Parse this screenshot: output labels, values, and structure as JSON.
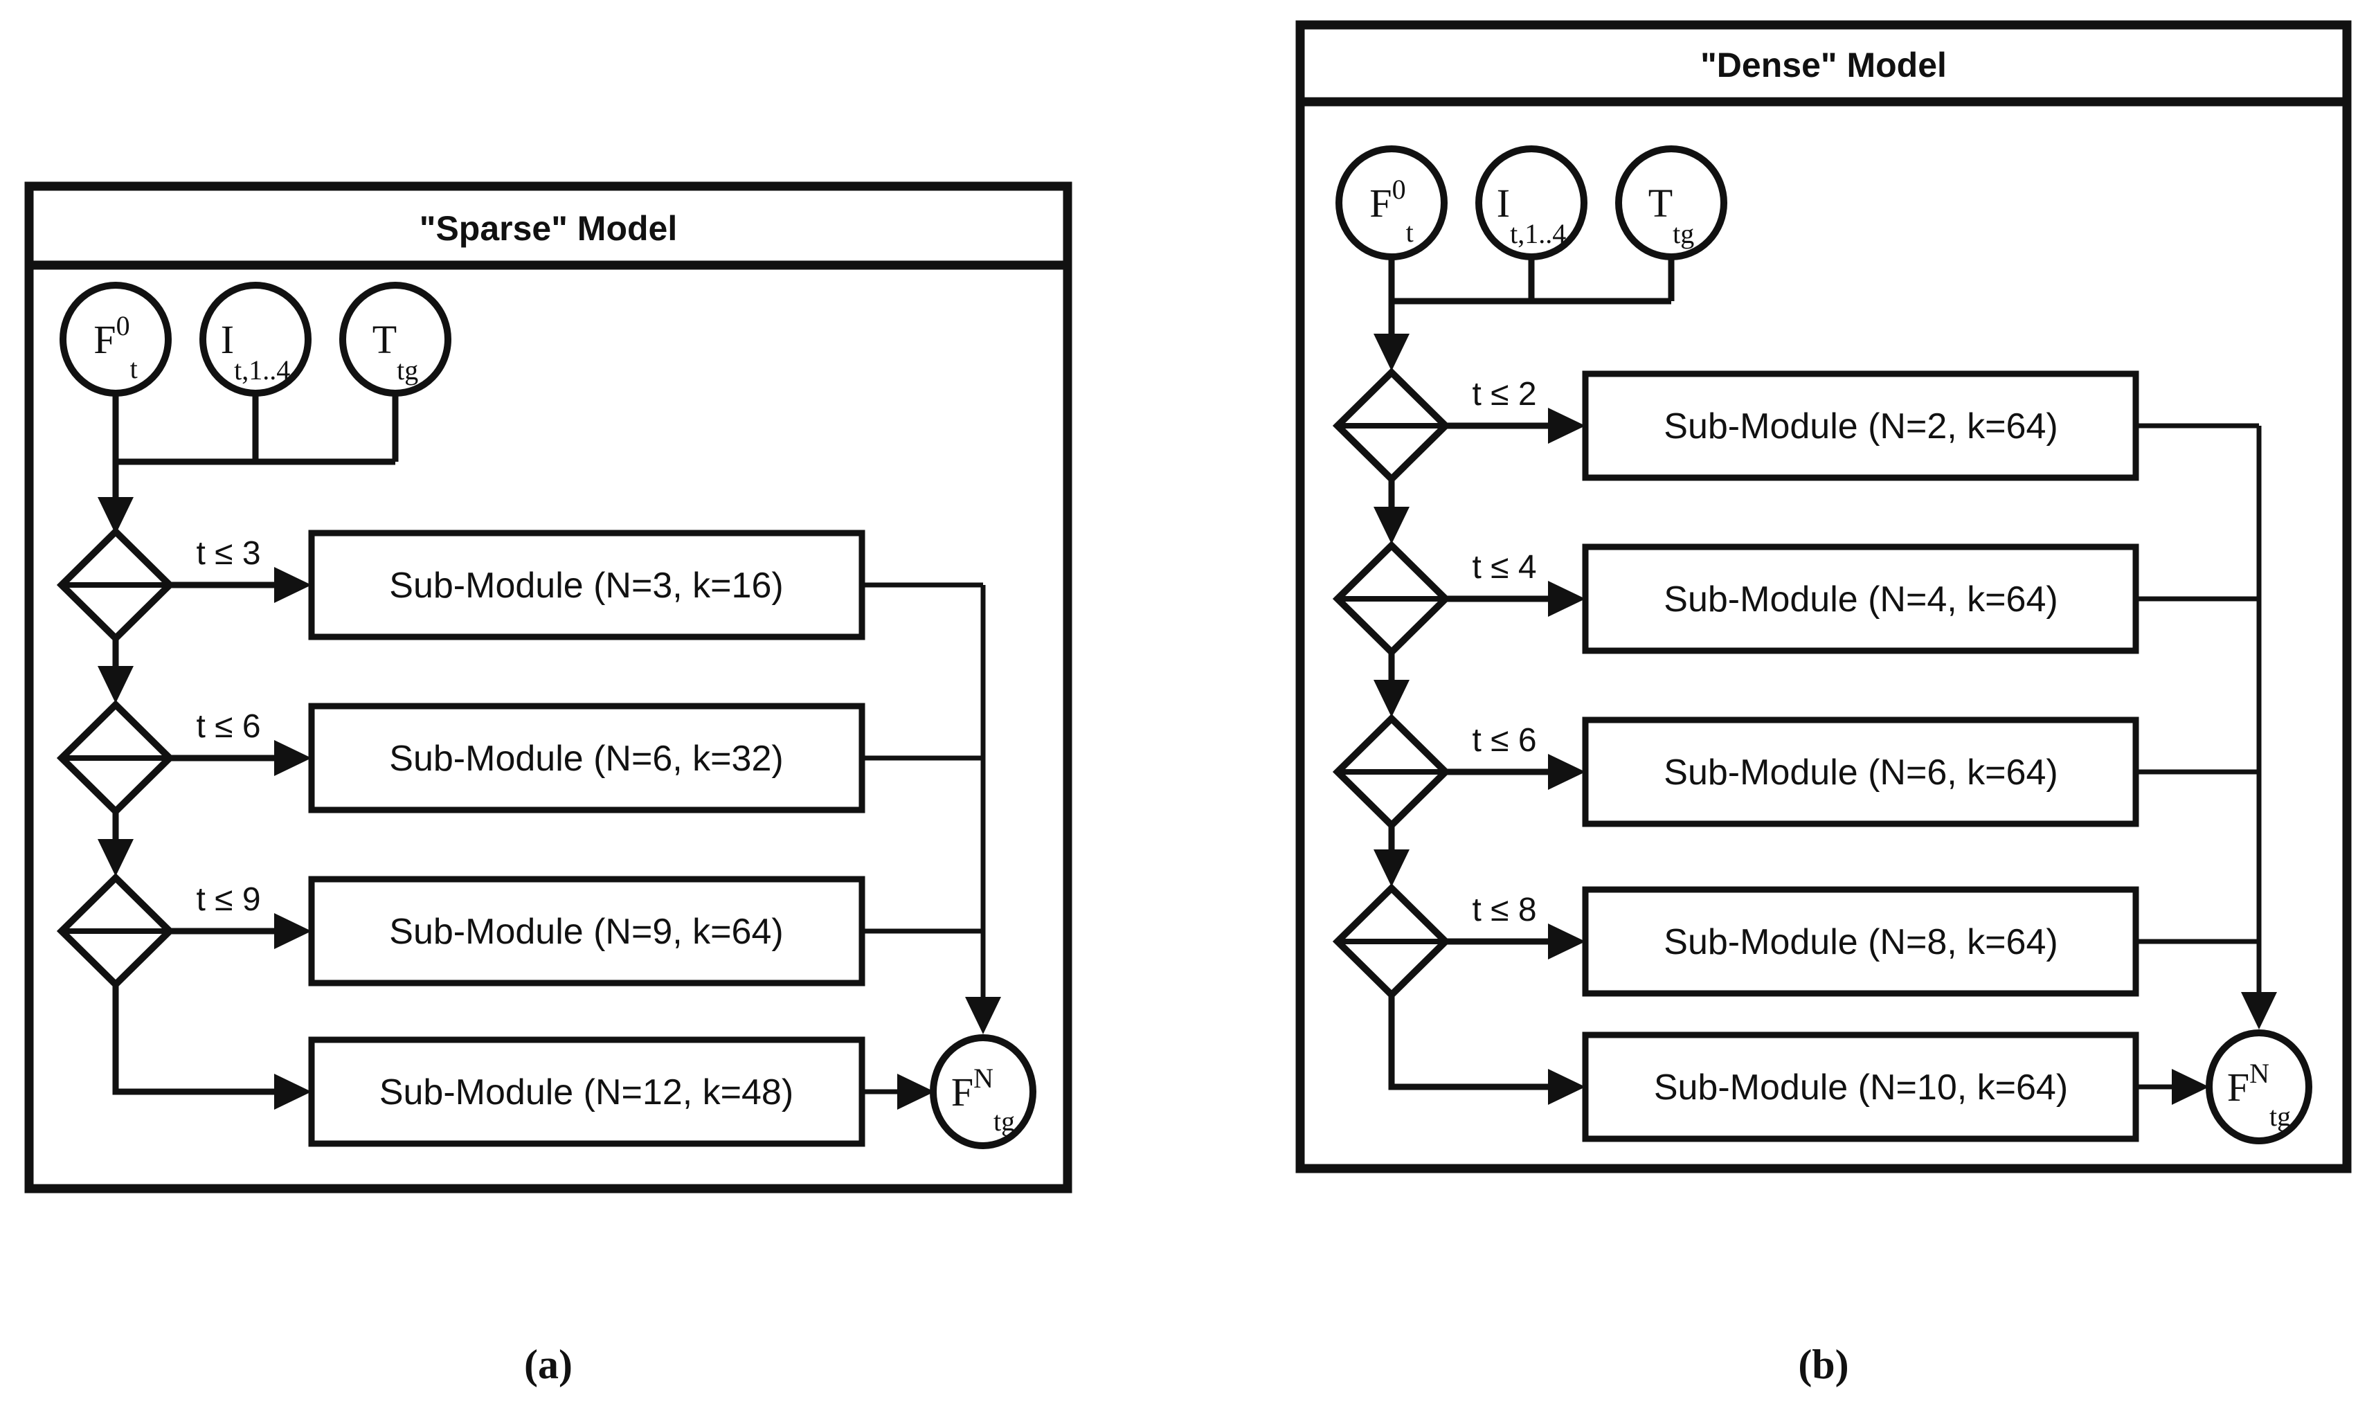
{
  "colors": {
    "ink": "#111111",
    "paper": "#ffffff"
  },
  "panels": {
    "sparse": {
      "title": "\"Sparse\" Model",
      "caption": "(a)",
      "inputs": [
        {
          "main": "F",
          "sup": "0",
          "sub": "t"
        },
        {
          "main": "I",
          "sub": "t,1..4"
        },
        {
          "main": "T",
          "sub": "tg"
        }
      ],
      "branches": [
        {
          "condition": "t ≤ 3",
          "module": "Sub-Module (N=3, k=16)"
        },
        {
          "condition": "t ≤ 6",
          "module": "Sub-Module (N=6, k=32)"
        },
        {
          "condition": "t ≤ 9",
          "module": "Sub-Module (N=9, k=64)"
        },
        {
          "condition": "",
          "module": "Sub-Module (N=12, k=48)"
        }
      ],
      "output": {
        "main": "F",
        "sup": "N",
        "sub": "tg"
      }
    },
    "dense": {
      "title": "\"Dense\" Model",
      "caption": "(b)",
      "inputs": [
        {
          "main": "F",
          "sup": "0",
          "sub": "t"
        },
        {
          "main": "I",
          "sub": "t,1..4"
        },
        {
          "main": "T",
          "sub": "tg"
        }
      ],
      "branches": [
        {
          "condition": "t ≤ 2",
          "module": "Sub-Module (N=2, k=64)"
        },
        {
          "condition": "t ≤ 4",
          "module": "Sub-Module (N=4, k=64)"
        },
        {
          "condition": "t ≤ 6",
          "module": "Sub-Module (N=6, k=64)"
        },
        {
          "condition": "t ≤ 8",
          "module": "Sub-Module (N=8, k=64)"
        },
        {
          "condition": "",
          "module": "Sub-Module (N=10, k=64)"
        }
      ],
      "output": {
        "main": "F",
        "sup": "N",
        "sub": "tg"
      }
    }
  }
}
